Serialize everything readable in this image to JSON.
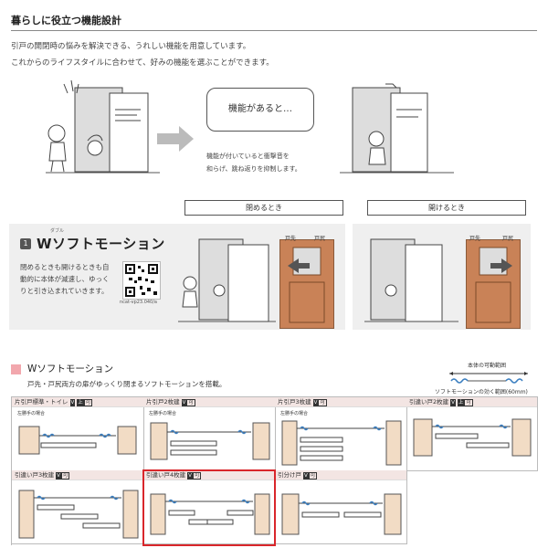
{
  "section_title": "暮らしに役立つ機能設計",
  "intro_lines": [
    "引戸の開閉時の悩みを解決できる、うれしい機能を用意しています。",
    "これからのライフスタイルに合わせて、好みの機能を選ぶことができます。"
  ],
  "bubble_text": "機能があると…",
  "caption_lines": [
    "機能が付いていると衝撃音を",
    "和らげ、跳ね返りを抑制します。"
  ],
  "label_close": "閉めるとき",
  "label_open": "開けるとき",
  "feature": {
    "number": "1",
    "name": "Wソフトモーション",
    "ruby": "ダブル",
    "desc_lines": [
      "閉めるときも開けるときも自",
      "動的に本体が減速し、ゆっく",
      "りと引き込まれていきます。"
    ],
    "qr_label": "ncat-vp23.040/a",
    "photo_labels": [
      "戸先",
      "戸尻"
    ]
  },
  "section2": {
    "title": "Wソフトモーション",
    "desc": "戸先・戸尻両方の扉がゆっくり閉まるソフトモーションを搭載。",
    "range_label_top": "本体の可動範囲",
    "range_label_bottom": "ソフトモーションの効く範囲(60mm)"
  },
  "grid_cells": [
    {
      "label": "片引戸標準・トイレ",
      "badges": [
        "V",
        "上",
        "可"
      ],
      "note": "左勝手の場合"
    },
    {
      "label": "片引戸2枚建",
      "badges": [
        "V",
        "可"
      ],
      "note": "左勝手の場合"
    },
    {
      "label": "片引戸3枚建",
      "badges": [
        "V",
        "可"
      ],
      "note": "左勝手の場合"
    },
    {
      "label": "引違い戸2枚建",
      "badges": [
        "V",
        "上",
        "可"
      ],
      "note": ""
    },
    {
      "label": "引違い戸3枚建",
      "badges": [
        "V",
        "可"
      ],
      "note": ""
    },
    {
      "label": "引違い戸4枚建",
      "badges": [
        "V",
        "可"
      ],
      "note": ""
    },
    {
      "label": "引分け戸",
      "badges": [
        "V",
        "可"
      ],
      "note": ""
    }
  ],
  "colors": {
    "pink_marker": "#f2a7ad",
    "highlight": "#d9262b",
    "door_wood": "#c98257",
    "arrow": "#3a7ec0"
  }
}
